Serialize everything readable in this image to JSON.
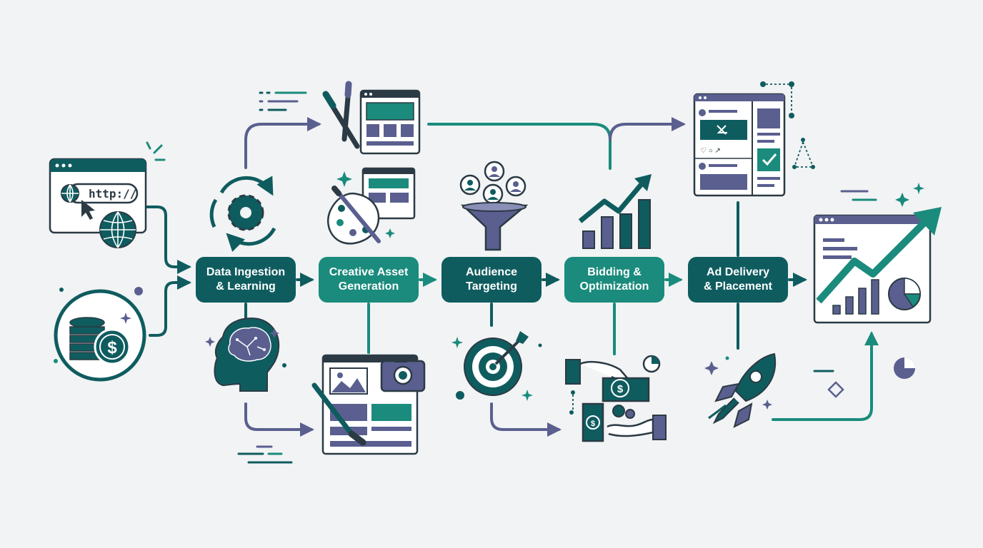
{
  "colors": {
    "background": "#f1f3f4",
    "dark_teal": "#0f5c5f",
    "teal": "#1a8b7c",
    "slate": "#5a5f8f",
    "outline": "#2b3a44"
  },
  "stages": [
    {
      "line1": "Data Ingestion",
      "line2": "& Learning",
      "color": "#0f5c5f"
    },
    {
      "line1": "Creative Asset",
      "line2": "Generation",
      "color": "#1a8b7c"
    },
    {
      "line1": "Audience",
      "line2": "Targeting",
      "color": "#0f5c5f"
    },
    {
      "line1": "Bidding &",
      "line2": "Optimization",
      "color": "#1a8b7c"
    },
    {
      "line1": "Ad Delivery",
      "line2": "& Placement",
      "color": "#0f5c5f"
    }
  ],
  "browser_url": "http://",
  "currency_symbol": "$",
  "icons": {
    "inputs": [
      "browser-url-icon",
      "globe-icon",
      "coins-dollar-icon"
    ],
    "above": [
      "gear-cycle-icon",
      "paintbrush-layout-icon",
      "palette-layout-icon",
      "audience-funnel-icon",
      "growth-chart-icon",
      "social-feed-icon"
    ],
    "below": [
      "brain-head-icon",
      "media-editor-icon",
      "target-icon",
      "money-exchange-icon",
      "rocket-icon"
    ],
    "output": "performance-dashboard-icon"
  }
}
